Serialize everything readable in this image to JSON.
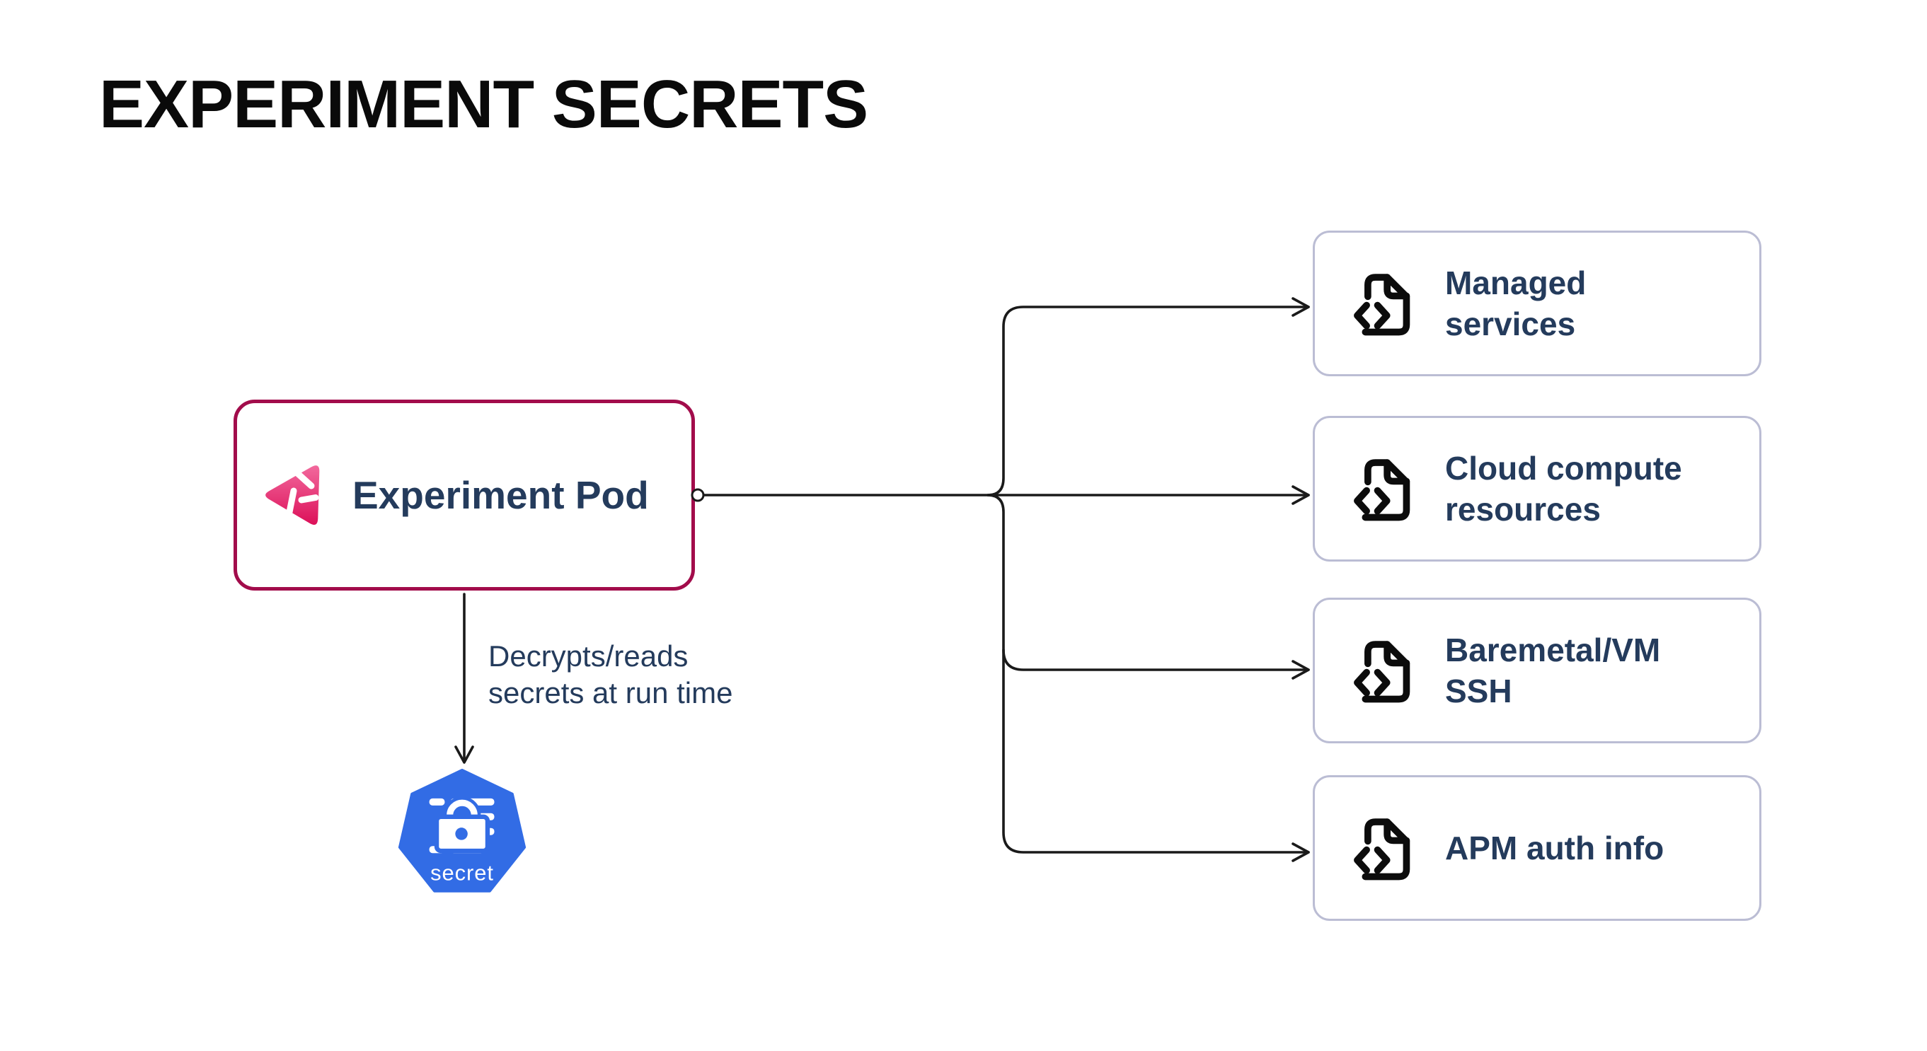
{
  "title": "EXPERIMENT SECRETS",
  "pod": {
    "label": "Experiment Pod",
    "icon": "experiment-logo-icon"
  },
  "edge": {
    "lines": [
      "Decrypts/reads",
      "secrets at run time"
    ]
  },
  "secret_node": {
    "label": "secret",
    "icon": "kubernetes-secret-icon"
  },
  "targets": [
    {
      "icon": "file-code-icon",
      "lines": [
        "Managed",
        "services"
      ]
    },
    {
      "icon": "file-code-icon",
      "lines": [
        "Cloud compute",
        "resources"
      ]
    },
    {
      "icon": "file-code-icon",
      "lines": [
        "Baremetal/VM",
        "SSH"
      ]
    },
    {
      "icon": "file-code-icon",
      "lines": [
        "APM auth info"
      ]
    }
  ],
  "colors": {
    "background": "#FFFFFF",
    "title_black": "#0A0A0A",
    "text_navy": "#243B5C",
    "pod_border": "#A20C4B",
    "target_border": "#BBBDD4",
    "kubernetes_blue": "#326CE5",
    "logo_pink_light": "#F2699D",
    "logo_pink_dark": "#DC1059",
    "connector": "#1A1A1A"
  }
}
